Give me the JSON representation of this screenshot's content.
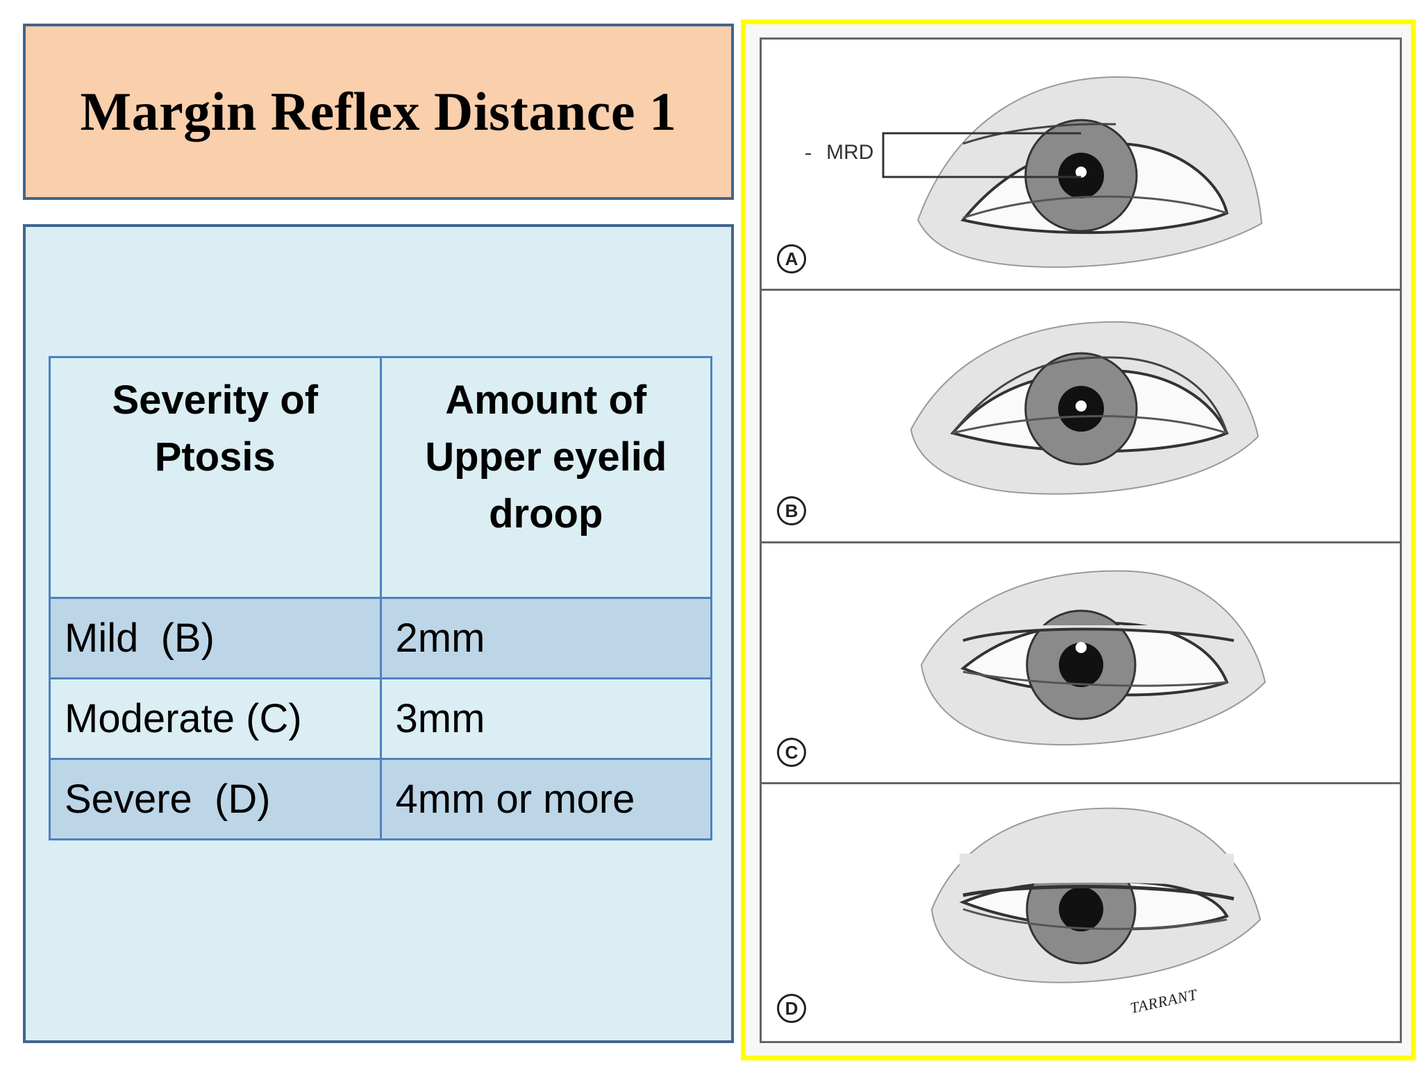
{
  "title": "Margin Reflex Distance 1",
  "table": {
    "headers": [
      "Severity of\nPtosis",
      "Amount of\nUpper eyelid\ndroop"
    ],
    "rows": [
      [
        "Mild  (B)",
        "2mm"
      ],
      [
        "Moderate (C)",
        "3mm"
      ],
      [
        "Severe  (D)",
        "4mm or more"
      ]
    ]
  },
  "figure": {
    "mrd_label": "MRD",
    "panels": [
      {
        "letter": "A",
        "icon": "eye-normal-illustration"
      },
      {
        "letter": "B",
        "icon": "eye-mild-ptosis-illustration"
      },
      {
        "letter": "C",
        "icon": "eye-moderate-ptosis-illustration"
      },
      {
        "letter": "D",
        "icon": "eye-severe-ptosis-illustration"
      }
    ],
    "signature": "TARRANT"
  },
  "colors": {
    "title_bg": "#f9cfac",
    "panel_bg": "#daeef3",
    "row_alt": "#bcd6e8",
    "border": "#41658f",
    "highlight": "#ffff00"
  }
}
